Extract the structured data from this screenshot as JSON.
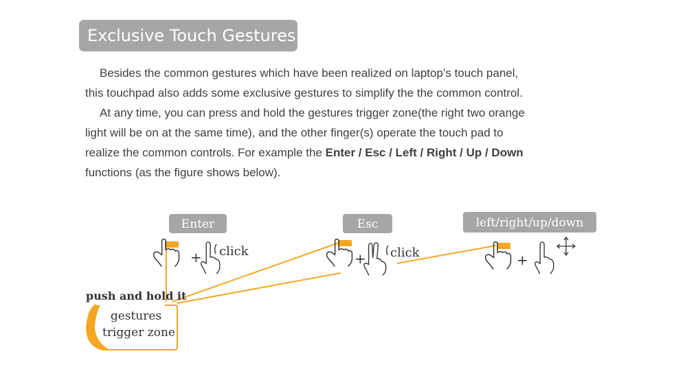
{
  "title": "Exclusive Touch Gestures",
  "paragraph1": {
    "line1": "Besides the common gestures which have been realized on laptop’s touch panel,",
    "line2": "this touchpad also adds some exclusive gestures to simplify the the common control."
  },
  "paragraph2": {
    "line1": "At any time, you can press and hold the gestures trigger zone(the right two orange",
    "line2": "light will be on at the same time), and the other finger(s) operate the touch pad to",
    "line3_pre": "realize the common controls. For example the ",
    "line3_bold": "Enter / Esc / Left / Right / Up / Down",
    "line4": "functions (as the figure shows below)."
  },
  "diagram": {
    "enter_label": "Enter",
    "esc_label": "Esc",
    "arrows_label": "left/right/up/down",
    "click_label": "click",
    "plus_sign": "+",
    "push_hold_label": "push and hold it",
    "trigger_zone_line1": "gestures",
    "trigger_zone_line2": "trigger zone",
    "tag_color": "#a6a6a6",
    "accent_color": "#f5a623"
  }
}
